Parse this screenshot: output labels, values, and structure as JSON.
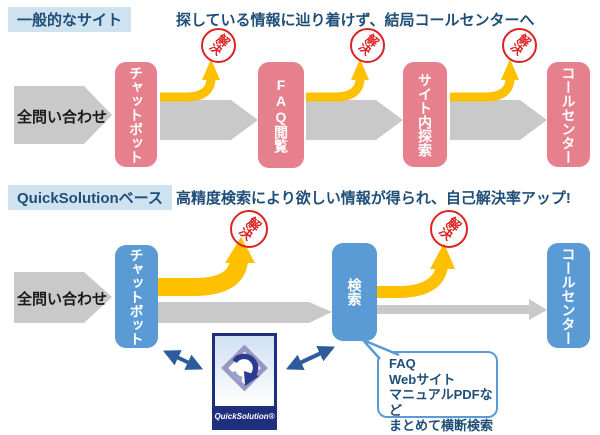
{
  "colors": {
    "heading_text": "#1f4e79",
    "label_highlight": "#cfe2f0",
    "pink_box": "#e5808c",
    "blue_box": "#5b9bd5",
    "gray_arrow": "#c9c9c9",
    "yellow_arrow": "#ffc000",
    "stamp_red": "#dd2222",
    "logo_navy": "#1e2f7d",
    "connector_navy": "#2e5b9e"
  },
  "stamp": {
    "label": "解決"
  },
  "general": {
    "label": "一般的なサイト",
    "heading": "探している情報に辿り着けず、結局コールセンターへ",
    "source": "全問い合わせ",
    "steps": [
      "チャットボット",
      "FAQ閲覧",
      "サイト内探索",
      "コールセンター"
    ]
  },
  "quicksolution": {
    "label": "QuickSolutionベース",
    "heading": "高精度検索により欲しい情報が得られ、自己解決率アップ!",
    "source": "全問い合わせ",
    "steps": [
      "チャットボット",
      "検索",
      "コールセンター"
    ],
    "logo_caption": "QuickSolution®",
    "bubble_lines": [
      "FAQ",
      "Webサイト",
      "マニュアルPDFなど",
      "まとめて横断検索"
    ]
  }
}
